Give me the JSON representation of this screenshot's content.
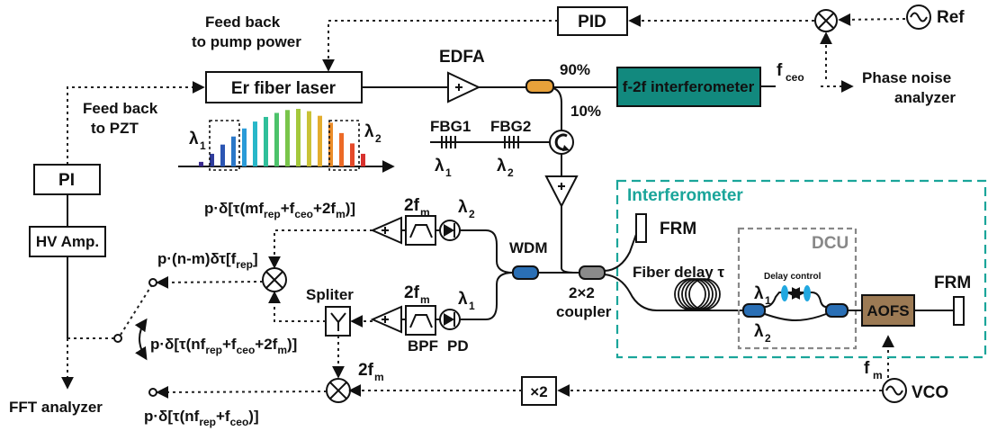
{
  "labels": {
    "feedback_pump_1": "Feed back",
    "feedback_pump_2": "to pump power",
    "pid": "PID",
    "ref": "Ref",
    "edfa": "EDFA",
    "er_laser": "Er fiber laser",
    "p90": "90%",
    "p10": "10%",
    "f2f": "f-2f interferometer",
    "fceo": "f",
    "fceo_sub": "ceo",
    "phase_noise_1": "Phase noise",
    "phase_noise_2": "analyzer",
    "feedback_pzt_1": "Feed back",
    "feedback_pzt_2": "to PZT",
    "fbg1": "FBG1",
    "fbg2": "FBG2",
    "lambda": "λ",
    "sub1": "1",
    "sub2": "2",
    "pi": "PI",
    "hv_amp": "HV Amp.",
    "fft": "FFT analyzer",
    "interferometer": "Interferometer",
    "frm": "FRM",
    "fiber_delay": "Fiber delay τ",
    "dcu": "DCU",
    "delay_control": "Delay control",
    "aofs": "AOFS",
    "wdm": "WDM",
    "coupler_1": "2×2",
    "coupler_2": "coupler",
    "spliter": "Spliter",
    "bpf": "BPF",
    "pd": "PD",
    "two_fm": "2f",
    "fm_sub": "m",
    "x2": "×2",
    "fm": "f",
    "vco": "VCO",
    "eq1": "p·δ[τ(mf",
    "eq1_sub": "rep",
    "eq1_mid": "+f",
    "eq1_sub2": "ceo",
    "eq1_end": "+2f",
    "eq1_sub3": "m",
    "eq1_close": ")]",
    "eq2": "p·(n-m)δτ[f",
    "eq2_sub": "rep",
    "eq2_close": "]",
    "eq3": "p·δ[τ(nf",
    "eq3_sub": "rep",
    "eq3_mid": "+f",
    "eq3_sub2": "ceo",
    "eq3_end": "+2f",
    "eq3_sub3": "m",
    "eq3_close": ")]",
    "eq4": "p·δ[τ(nf",
    "eq4_sub": "rep",
    "eq4_mid": "+f",
    "eq4_sub2": "ceo",
    "eq4_close": ")]"
  },
  "colors": {
    "f2f_box": "#12897e",
    "aofs_box": "#9c7a54",
    "coupler_orange": "#e8a13a",
    "wdm_blue": "#2a6fb5",
    "dcu_border": "#888888",
    "interf_border": "#1aa59a",
    "ellipse_blue": "#22a8e0"
  },
  "spectrum_bar_colors": [
    "#3b2a8f",
    "#2f3c9c",
    "#2c56b3",
    "#2b78c8",
    "#2a9bd8",
    "#28b7c9",
    "#2fbf9a",
    "#4cc26a",
    "#79c54a",
    "#a4c83c",
    "#c9c236",
    "#e3ad2e",
    "#eb8c28",
    "#ec6a27",
    "#e44a2a",
    "#d8312e"
  ],
  "spectrum_bar_levels": [
    0.08,
    0.22,
    0.38,
    0.52,
    0.66,
    0.78,
    0.86,
    0.93,
    0.98,
    1.0,
    0.96,
    0.88,
    0.76,
    0.58,
    0.4,
    0.22
  ]
}
